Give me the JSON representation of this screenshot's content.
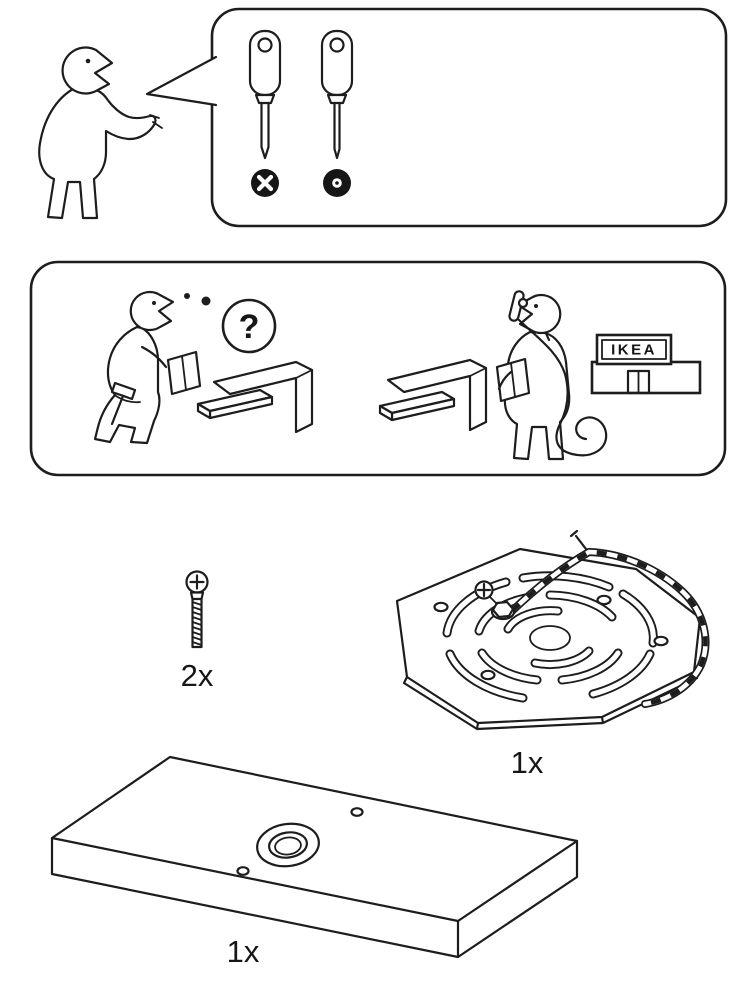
{
  "page": {
    "background": "#ffffff",
    "line_color": "#1d1d1d"
  },
  "tools_panel": {
    "tools": [
      {
        "icon": "phillips-screwdriver-icon",
        "head_symbol": "phillips-cross"
      },
      {
        "icon": "slotted-screwdriver-icon",
        "head_symbol": "slotted-dot"
      }
    ]
  },
  "help_panel": {
    "question_mark": "?",
    "store_sign_label": "IKEA"
  },
  "parts": [
    {
      "name": "screw",
      "quantity_label": "2x"
    },
    {
      "name": "swivel-plate-with-antenna-cable",
      "quantity_label": "1x"
    },
    {
      "name": "table-top-panel",
      "quantity_label": "1x"
    }
  ]
}
